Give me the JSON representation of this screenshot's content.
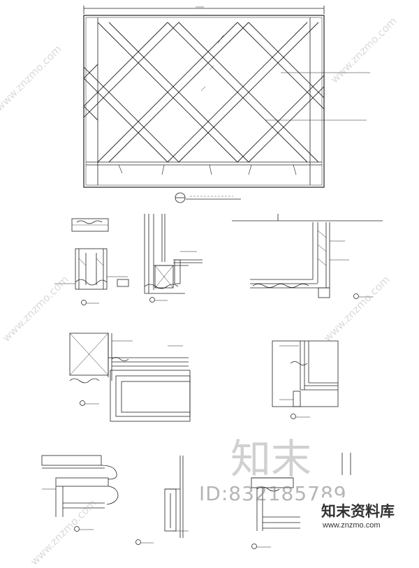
{
  "watermark": {
    "site": "www.znzmo.com",
    "brand_cn": "知末",
    "id_text": "ID:832185789",
    "logo_cn": "知末资料库",
    "logo_url": "www.znzmo.com"
  },
  "colors": {
    "line": "#222222",
    "watermark": "#999999"
  }
}
